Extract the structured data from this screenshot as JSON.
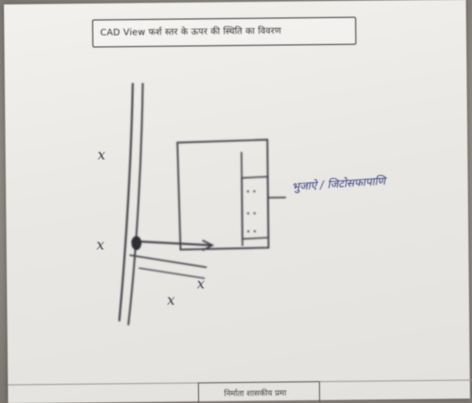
{
  "header": {
    "title": "CAD View फर्श स्तर के ऊपर की स्थिति का विवरण"
  },
  "drawing": {
    "axis_labels": [
      "x",
      "x",
      "x",
      "x"
    ],
    "annotation": "भुजाऐ / जिटोसफापाणि"
  },
  "footer": {
    "text": "निर्माता शासकीय प्रमा"
  }
}
